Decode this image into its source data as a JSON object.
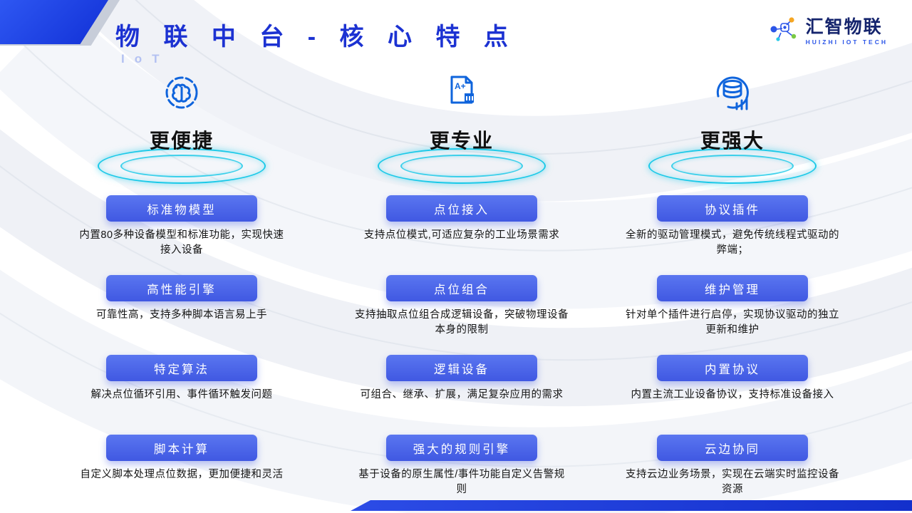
{
  "header": {
    "title": "物 联 中 台 - 核 心 特 点",
    "subtitle": "IoT"
  },
  "logo": {
    "name_cn": "汇智物联",
    "name_en": "HUIZHI IOT TECH",
    "icon": "network-nodes-icon"
  },
  "colors": {
    "title_blue": "#1c32d2",
    "pill_blue": "#4a63e8",
    "halo_cyan": "#1ac9e8",
    "logo_navy": "#15246d",
    "bottom_bar_blue": "#1e3cd8"
  },
  "columns": [
    {
      "icon": "smart-brain-icon",
      "heading": "更便捷",
      "items": [
        {
          "label": "标准物模型",
          "desc": "内置80多种设备模型和标准功能，实现快速接入设备"
        },
        {
          "label": "高性能引擎",
          "desc": "可靠性高，支持多种脚本语言易上手"
        },
        {
          "label": "特定算法",
          "desc": "解决点位循环引用、事件循环触发问题"
        },
        {
          "label": "脚本计算",
          "desc": "自定义脚本处理点位数据，更加便捷和灵活"
        }
      ]
    },
    {
      "icon": "report-a-plus-icon",
      "heading": "更专业",
      "items": [
        {
          "label": "点位接入",
          "desc": "支持点位模式,可适应复杂的工业场景需求"
        },
        {
          "label": "点位组合",
          "desc": "支持抽取点位组合成逻辑设备，突破物理设备本身的限制"
        },
        {
          "label": "逻辑设备",
          "desc": "可组合、继承、扩展，满足复杂应用的需求"
        },
        {
          "label": "强大的规则引擎",
          "desc": "基于设备的原生属性/事件功能自定义告警规则"
        }
      ]
    },
    {
      "icon": "database-chart-icon",
      "heading": "更强大",
      "items": [
        {
          "label": "协议插件",
          "desc": "全新的驱动管理模式，避免传统线程式驱动的弊端；"
        },
        {
          "label": "维护管理",
          "desc": "针对单个插件进行启停，实现协议驱动的独立更新和维护"
        },
        {
          "label": "内置协议",
          "desc": "内置主流工业设备协议，支持标准设备接入"
        },
        {
          "label": "云边协同",
          "desc": "支持云边业务场景，实现在云端实时监控设备资源"
        }
      ]
    }
  ]
}
